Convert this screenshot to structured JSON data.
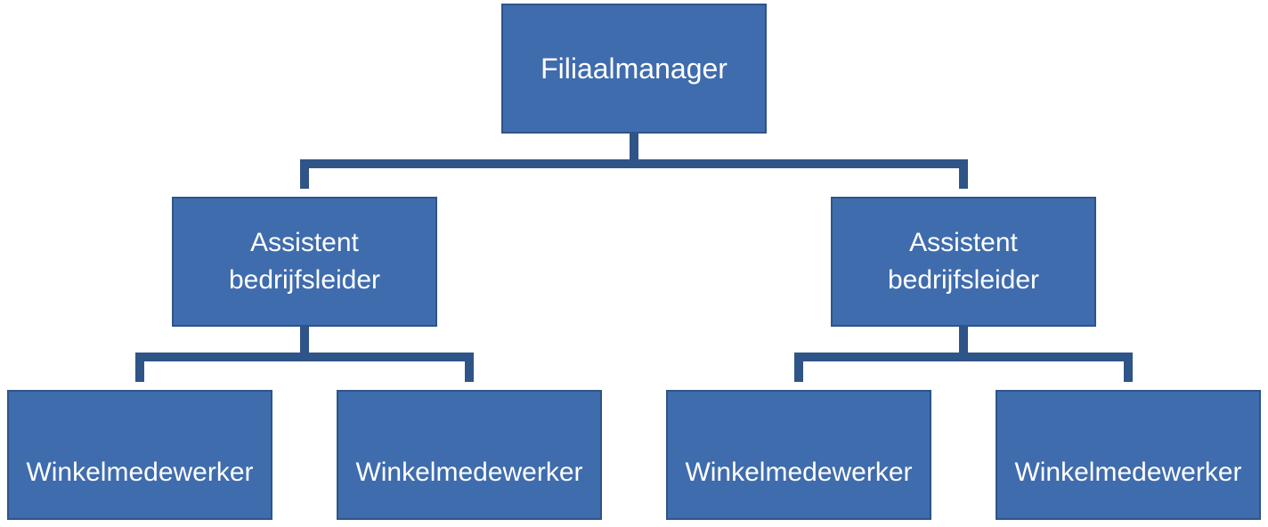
{
  "org_chart": {
    "root": {
      "label": "Filiaalmanager"
    },
    "managers": [
      {
        "label": "Assistent\nbedrijfsleider"
      },
      {
        "label": "Assistent\nbedrijfsleider"
      }
    ],
    "employees": [
      {
        "label": "Winkelmedewerker"
      },
      {
        "label": "Winkelmedewerker"
      },
      {
        "label": "Winkelmedewerker"
      },
      {
        "label": "Winkelmedewerker"
      }
    ]
  },
  "colors": {
    "box_fill": "#3f6cad",
    "box_border": "#2f5488",
    "connector": "#2f5488",
    "text": "#ffffff"
  }
}
